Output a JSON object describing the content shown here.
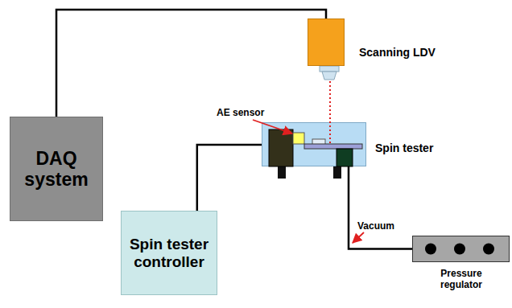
{
  "diagram": {
    "nodes": [
      {
        "text": [
          "Scanning LDV"
        ]
      },
      {
        "text": [
          "Spin tester"
        ]
      },
      {
        "text": [
          "DAQ system"
        ]
      },
      {
        "text": [
          "Spin tester controller"
        ]
      },
      {
        "text": [
          "Pressure regulator"
        ]
      }
    ],
    "edges": [
      {
        "from": 2,
        "to": 0,
        "arrow": "none"
      },
      {
        "from": 1,
        "to": 3,
        "arrow": "none"
      },
      {
        "from": 1,
        "to": 4,
        "label": "Vacuum",
        "arrow": "none"
      }
    ],
    "labels": [
      "AE sensor"
    ]
  }
}
